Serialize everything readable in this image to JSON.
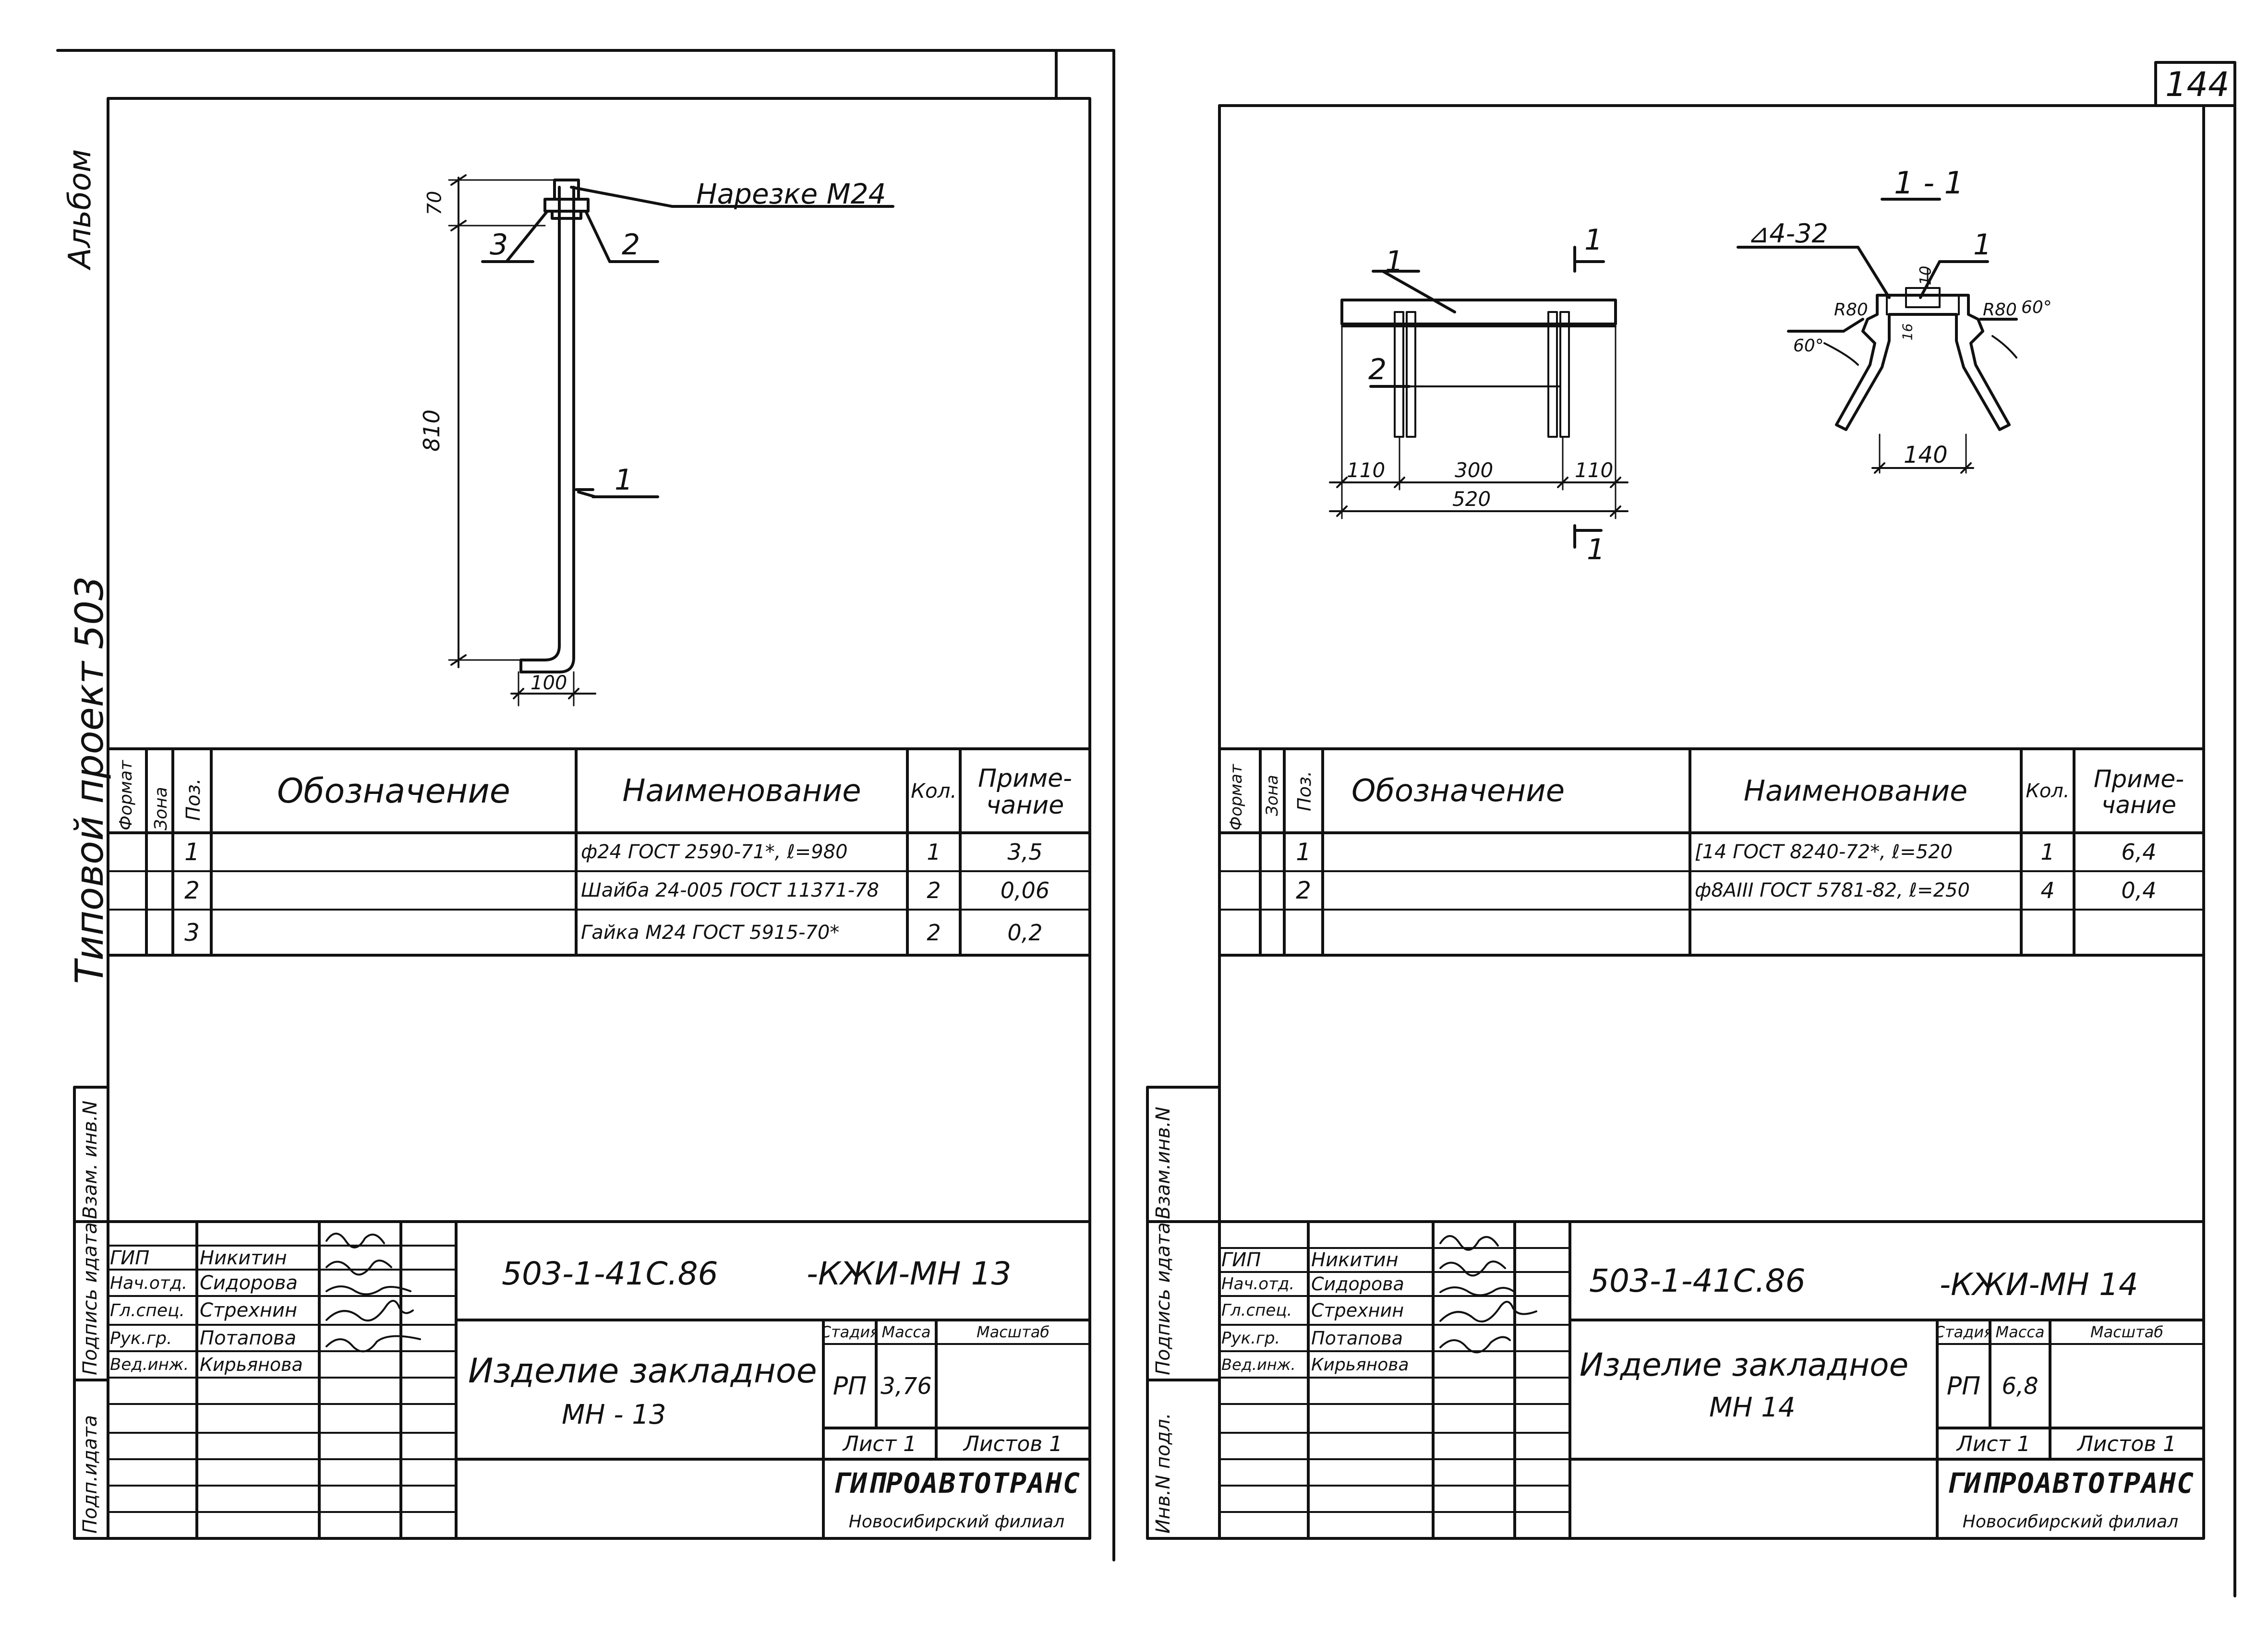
{
  "page_number": "144",
  "binding": {
    "album": "Альбом",
    "series": "Типовой проект 503",
    "sig_ml": "Подп.идата",
    "sig_sl": "Подпись идата",
    "sig_vm": "Взам. инв.N",
    "sig_mr": "Инв.N подл.",
    "sig_sr": "Подпись идата",
    "sig_vr": "Взам.инв.N"
  },
  "left": {
    "drawing": {
      "thread_note": "Нарезке М24",
      "dim_70": "70",
      "dim_810": "810",
      "dim_100": "100",
      "pos1": "1",
      "pos2": "2",
      "pos3": "3"
    },
    "table_headers": {
      "format": "Формат",
      "zone": "Зона",
      "pos": "Поз.",
      "designation": "Обозначение",
      "name": "Наименование",
      "qty": "Кол.",
      "note": "Приме-чание"
    },
    "rows": [
      {
        "pos": "1",
        "name": "ф24 ГОСТ 2590-71*, ℓ=980",
        "qty": "1",
        "note": "3,5"
      },
      {
        "pos": "2",
        "name": "Шайба 24-005 ГОСТ 11371-78",
        "qty": "2",
        "note": "0,06"
      },
      {
        "pos": "3",
        "name": "Гайка М24 ГОСТ 5915-70*",
        "qty": "2",
        "note": "0,2"
      }
    ],
    "stamp": {
      "people": [
        {
          "role": "ГИП",
          "name": "Никитин"
        },
        {
          "role": "Нач.отд.",
          "name": "Сидорова"
        },
        {
          "role": "Гл.спец.",
          "name": "Стрехнин"
        },
        {
          "role": "Рук.гр.",
          "name": "Потапова"
        },
        {
          "role": "Вед.инж.",
          "name": "Кирьянова"
        }
      ],
      "doc_code": "503-1-41С.86",
      "doc_suffix": "-КЖИ-МН 13",
      "title_line1": "Изделие закладное",
      "title_line2": "МН - 13",
      "stage_h": "Стадия",
      "mass_h": "Масса",
      "scale_h": "Масштаб",
      "stage": "РП",
      "mass": "3,76",
      "sheet": "Лист 1",
      "sheets": "Листов 1",
      "org": "ГИПРОАВТОТРАНС",
      "branch": "Новосибирский филиал"
    }
  },
  "right": {
    "drawing": {
      "section": "1 - 1",
      "weld": "⊿4-32",
      "r80a": "R80",
      "r80b": "R80",
      "ang_a": "60°",
      "ang_b": "60°",
      "dim_10": "10",
      "dim_16": "16",
      "dim_140": "140",
      "dim_110a": "110",
      "dim_300": "300",
      "dim_110b": "110",
      "dim_520": "520",
      "pos1a": "1",
      "pos1b": "1",
      "pos2": "2",
      "cut1": "1",
      "cut2": "1"
    },
    "table_headers": {
      "format": "Формат",
      "zone": "Зона",
      "pos": "Поз.",
      "designation": "Обозначение",
      "name": "Наименование",
      "qty": "Кол.",
      "note": "Приме-чание"
    },
    "rows": [
      {
        "pos": "1",
        "name": "[14 ГОСТ 8240-72*, ℓ=520",
        "qty": "1",
        "note": "6,4"
      },
      {
        "pos": "2",
        "name": "ф8АIII ГОСТ 5781-82, ℓ=250",
        "qty": "4",
        "note": "0,4"
      }
    ],
    "stamp": {
      "people": [
        {
          "role": "ГИП",
          "name": "Никитин"
        },
        {
          "role": "Нач.отд.",
          "name": "Сидорова"
        },
        {
          "role": "Гл.спец.",
          "name": "Стрехнин"
        },
        {
          "role": "Рук.гр.",
          "name": "Потапова"
        },
        {
          "role": "Вед.инж.",
          "name": "Кирьянова"
        }
      ],
      "doc_code": "503-1-41С.86",
      "doc_suffix": "-КЖИ-МН 14",
      "title_line1": "Изделие закладное",
      "title_line2": "МН 14",
      "stage_h": "Стадия",
      "mass_h": "Масса",
      "scale_h": "Масштаб",
      "stage": "РП",
      "mass": "6,8",
      "sheet": "Лист 1",
      "sheets": "Листов 1",
      "org": "ГИПРОАВТОТРАНС",
      "branch": "Новосибирский филиал"
    }
  }
}
